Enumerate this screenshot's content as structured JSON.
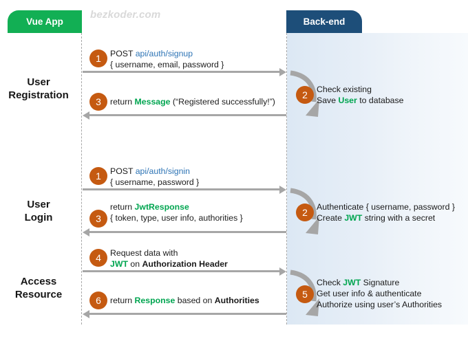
{
  "diagram": {
    "watermark": "bezkoder.com",
    "actors": {
      "client": "Vue App",
      "server": "Back-end"
    },
    "colors": {
      "client_pill": "#12af54",
      "server_pill": "#1d4e79",
      "badge": "#c55a11",
      "arrow": "#a6a6a6",
      "link_blue": "#2e74b5",
      "keyword_green": "#00a550",
      "band": "#dce8f4"
    },
    "sections": [
      {
        "id": "user-registration",
        "line1": "User",
        "line2": "Registration"
      },
      {
        "id": "user-login",
        "line1": "User",
        "line2": "Login"
      },
      {
        "id": "access-resource",
        "line1": "Access",
        "line2": "Resource"
      }
    ],
    "steps": {
      "s1_signup": {
        "number": "1",
        "line1_pre": "POST ",
        "line1_link": "api/auth/signup",
        "line2": "{ username, email, password }"
      },
      "s2_check_user": {
        "number": "2",
        "line1": "Check existing",
        "line2_pre": "Save ",
        "line2_key": "User",
        "line2_post": " to database"
      },
      "s3_message": {
        "number": "3",
        "pre": "return ",
        "key": "Message",
        "post": " (“Registered successfully!”)"
      },
      "s1_signin": {
        "number": "1",
        "line1_pre": "POST ",
        "line1_link": "api/auth/signin",
        "line2": "{ username, password }"
      },
      "s2_authenticate": {
        "number": "2",
        "line1": "Authenticate { username, password }",
        "line2_pre": "Create ",
        "line2_key": "JWT",
        "line2_post": " string with a secret"
      },
      "s3_jwtresponse": {
        "number": "3",
        "line1_pre": "return ",
        "line1_key": "JwtResponse",
        "line2": "{ token, type, user info, authorities }"
      },
      "s4_request": {
        "number": "4",
        "line1": "Request  data with",
        "line2_key": "JWT",
        "line2_mid": " on ",
        "line2_bold": "Authorization Header"
      },
      "s5_check_jwt": {
        "number": "5",
        "line1_pre": "Check ",
        "line1_key": "JWT",
        "line1_post": " Signature",
        "line2": "Get user info & authenticate",
        "line3": "Authorize using user’s Authorities"
      },
      "s6_response": {
        "number": "6",
        "pre": "return ",
        "key": "Response",
        "mid": " based on ",
        "bold": "Authorities"
      }
    }
  }
}
